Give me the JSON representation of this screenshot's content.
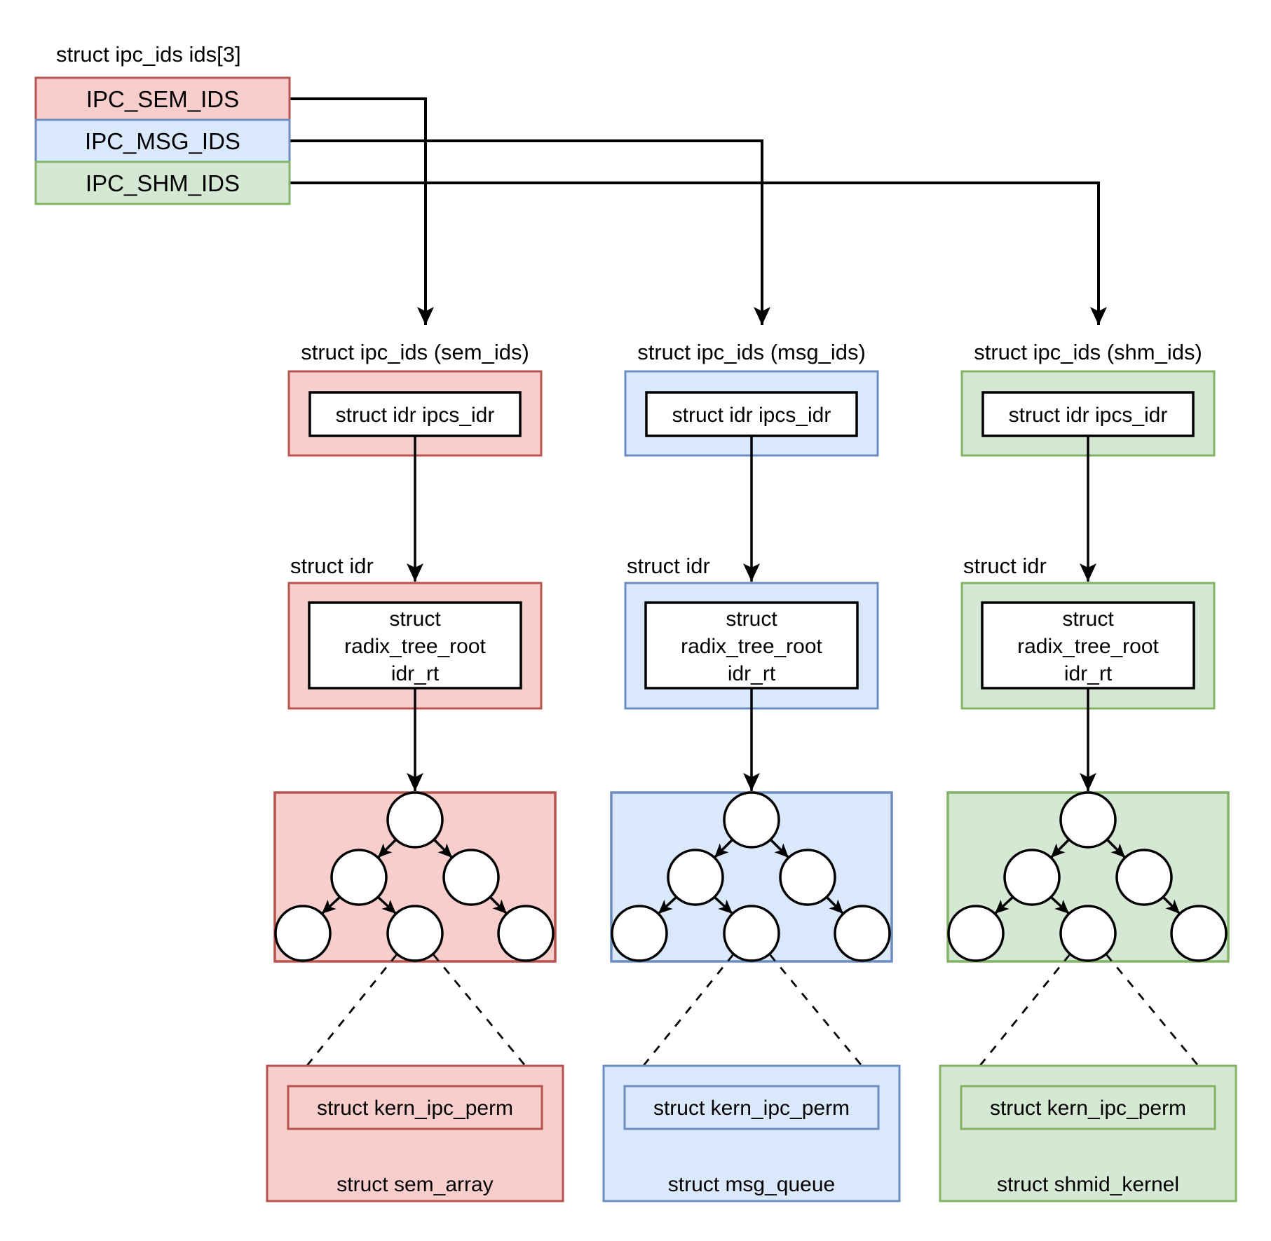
{
  "colors": {
    "sem_fill": "#f8cecc",
    "sem_stroke": "#b85450",
    "msg_fill": "#dae8fc",
    "msg_stroke": "#6c8ebf",
    "shm_fill": "#d5e8d4",
    "shm_stroke": "#82b366",
    "node_fill": "#ffffff",
    "line": "#000000"
  },
  "ids_array": {
    "label": "struct ipc_ids ids[3]",
    "rows": [
      {
        "name": "IPC_SEM_IDS"
      },
      {
        "name": "IPC_MSG_IDS"
      },
      {
        "name": "IPC_SHM_IDS"
      }
    ]
  },
  "columns": [
    {
      "key": "sem",
      "header": "struct ipc_ids (sem_ids)",
      "ipcs_idr": "struct idr ipcs_idr",
      "idr_label": "struct idr",
      "radix_lines": [
        "struct",
        "radix_tree_root",
        "idr_rt"
      ],
      "kern_ipc_perm": "struct kern_ipc_perm",
      "container": "struct sem_array"
    },
    {
      "key": "msg",
      "header": "struct ipc_ids (msg_ids)",
      "ipcs_idr": "struct idr ipcs_idr",
      "idr_label": "struct idr",
      "radix_lines": [
        "struct",
        "radix_tree_root",
        "idr_rt"
      ],
      "kern_ipc_perm": "struct kern_ipc_perm",
      "container": "struct msg_queue"
    },
    {
      "key": "shm",
      "header": "struct ipc_ids (shm_ids)",
      "ipcs_idr": "struct idr ipcs_idr",
      "idr_label": "struct idr",
      "radix_lines": [
        "struct",
        "radix_tree_root",
        "idr_rt"
      ],
      "kern_ipc_perm": "struct kern_ipc_perm",
      "container": "struct shmid_kernel"
    }
  ]
}
